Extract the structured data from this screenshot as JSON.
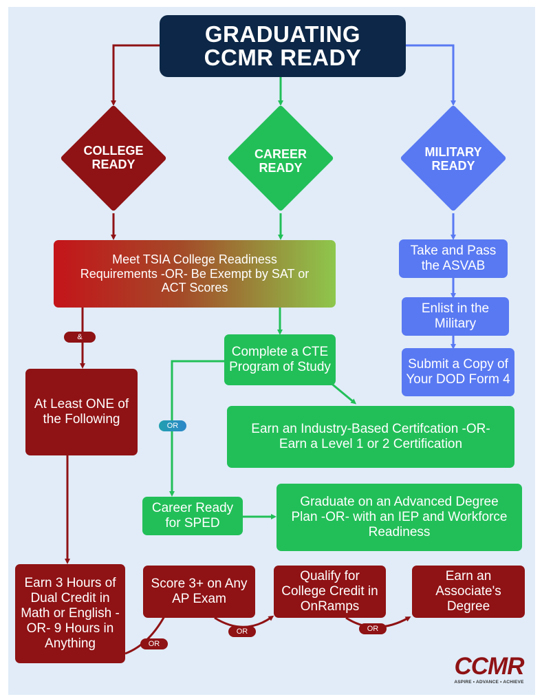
{
  "title": {
    "line1": "GRADUATING",
    "line2": "CCMR READY"
  },
  "paths": {
    "college": {
      "line1": "COLLEGE",
      "line2": "READY",
      "color": "#8f1214"
    },
    "career": {
      "line1": "CAREER",
      "line2": "READY",
      "color": "#22bf58"
    },
    "military": {
      "line1": "MILITARY",
      "line2": "READY",
      "color": "#5979f2"
    }
  },
  "tsia": "Meet TSIA College Readiness Requirements -OR- Be Exempt by SAT or ACT Scores",
  "college": {
    "and_label": "&",
    "at_least": "At Least ONE of the Following",
    "options": [
      "Earn 3 Hours of Dual Credit in Math or English -OR- 9 Hours in Anything",
      "Score 3+ on Any AP Exam",
      "Qualify for College Credit in OnRamps",
      "Earn an Associate's Degree"
    ],
    "or_label": "OR"
  },
  "career": {
    "cte": "Complete a CTE Program of Study",
    "industry": "Earn an Industry-Based Certifcation -OR- Earn a Level 1 or 2 Certification",
    "or_label": "OR",
    "sped": "Career Ready for SPED",
    "advanced": "Graduate on an Advanced Degree Plan -OR- with an IEP and Workforce Readiness"
  },
  "military": {
    "steps": [
      "Take and Pass the ASVAB",
      "Enlist in the Military",
      "Submit a Copy of Your DOD Form 4"
    ]
  },
  "logo": {
    "text": "CCMR",
    "tagline": "ASPIRE • ADVANCE • ACHIEVE"
  },
  "colors": {
    "background": "#e1ecf8",
    "title_bg": "#0c2747",
    "college": "#8f1214",
    "career": "#22bf58",
    "military": "#5979f2"
  }
}
